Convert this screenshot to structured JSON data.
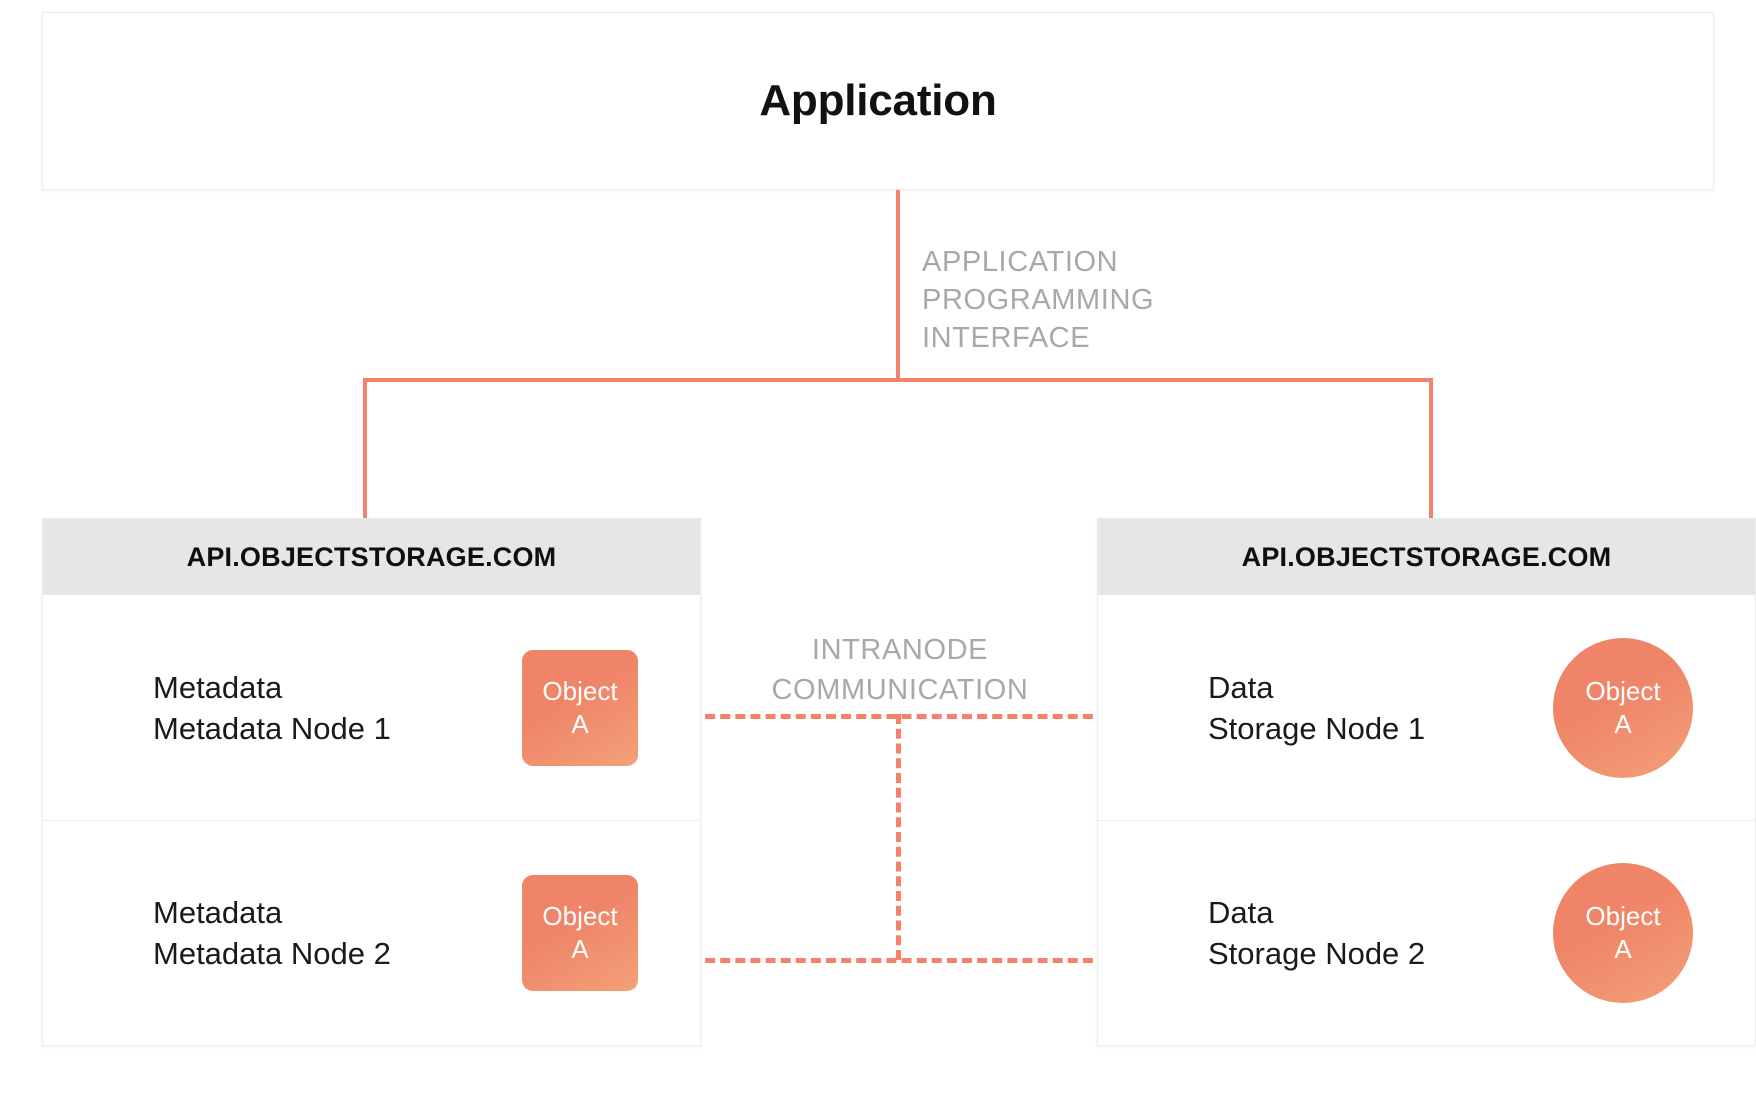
{
  "colors": {
    "accent": "#f2836a",
    "object_fill_start": "#ef8468",
    "object_fill_end": "#f3a078",
    "header_bg": "#e6e6e6",
    "label_gray": "#a8a8a8",
    "text_dark": "#111111"
  },
  "application": {
    "title": "Application"
  },
  "api_connector": {
    "label": "APPLICATION\nPROGRAMMING\nINTERFACE"
  },
  "intranode_connector": {
    "label": "INTRANODE\nCOMMUNICATION"
  },
  "panels": [
    {
      "header": "API.OBJECTSTORAGE.COM",
      "rows": [
        {
          "text": "Metadata\nMetadata Node 1",
          "object": {
            "shape": "square",
            "line1": "Object",
            "line2": "A"
          }
        },
        {
          "text": "Metadata\nMetadata Node 2",
          "object": {
            "shape": "square",
            "line1": "Object",
            "line2": "A"
          }
        }
      ]
    },
    {
      "header": "API.OBJECTSTORAGE.COM",
      "rows": [
        {
          "text": "Data\nStorage Node 1",
          "object": {
            "shape": "circle",
            "line1": "Object",
            "line2": "A"
          }
        },
        {
          "text": "Data\nStorage Node 2",
          "object": {
            "shape": "circle",
            "line1": "Object",
            "line2": "A"
          }
        }
      ]
    }
  ]
}
